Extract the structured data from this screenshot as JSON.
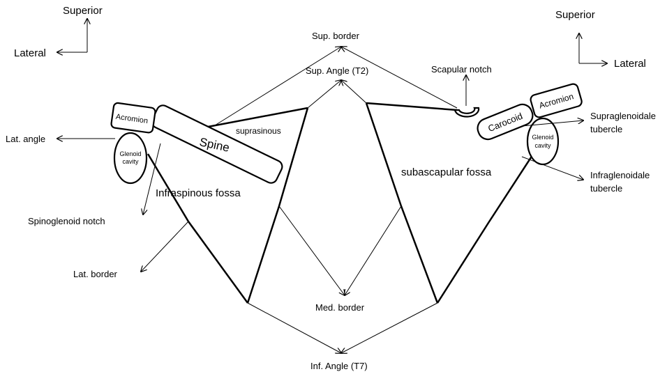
{
  "labels": {
    "left_superior": "Superior",
    "left_lateral": "Lateral",
    "right_superior": "Superior",
    "right_lateral": "Lateral",
    "sup_border": "Sup. border",
    "sup_angle": "Sup. Angle (T2)",
    "scapular_notch": "Scapular notch",
    "suprasinous": "suprasinous",
    "spine": "Spine",
    "acromion_left": "Acromion",
    "glenoid_left_1": "Glenoid",
    "glenoid_left_2": "cavity",
    "lat_angle": "Lat. angle",
    "infraspinous_fossa": "Infraspinous  fossa",
    "spinoglenoid_notch": "Spinoglenoid notch",
    "lat_border": "Lat. border",
    "med_border": "Med. border",
    "inf_angle": "Inf. Angle (T7)",
    "subscapular_fossa": "subascapular fossa",
    "carocoid": "Carocoid",
    "acromion_right": "Acromion",
    "glenoid_right_1": "Glenoid",
    "glenoid_right_2": "cavity",
    "supraglenoidale_1": "Supraglenoidale",
    "supraglenoidale_2": "tubercle",
    "infraglenoidale_1": "Infraglenoidale",
    "infraglenoidale_2": "tubercle"
  }
}
